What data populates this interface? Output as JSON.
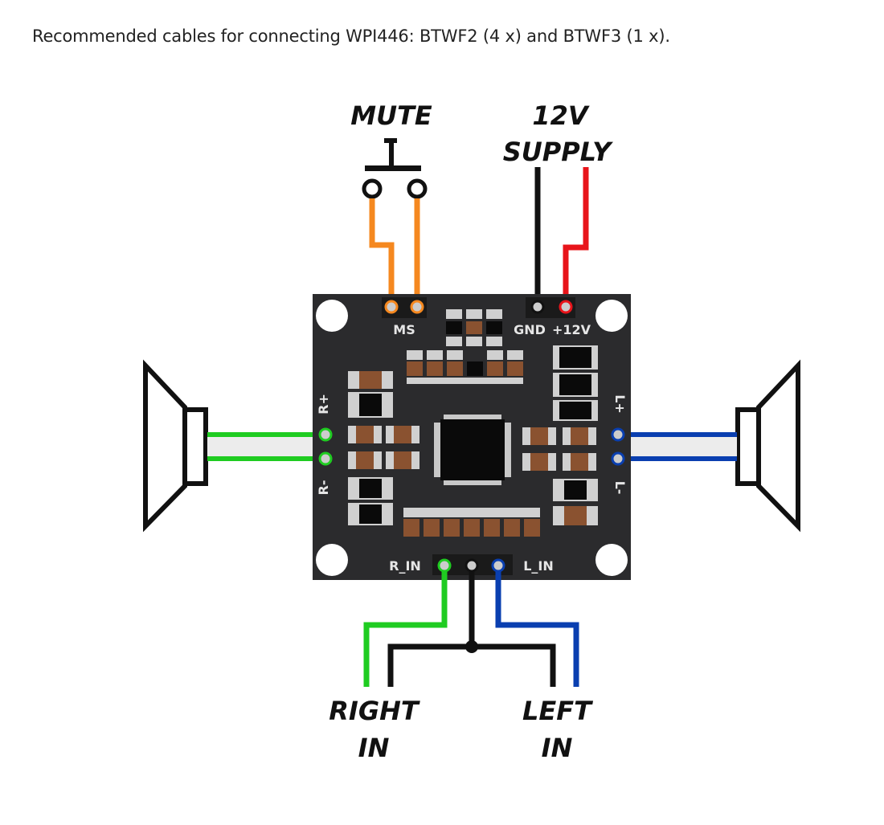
{
  "intro_text": "Recommended cables for connecting WPI446: BTWF2 (4 x) and BTWF3 (1 x).",
  "labels": {
    "mute": "MUTE",
    "supply_line1": "12V",
    "supply_line2": "SUPPLY",
    "right_in_line1": "RIGHT",
    "right_in_line2": "IN",
    "left_in_line1": "LEFT",
    "left_in_line2": "IN"
  },
  "pcb_labels": {
    "ms": "MS",
    "gnd": "GND",
    "plus12v": "+12V",
    "r_plus": "R+",
    "r_minus": "R-",
    "l_plus": "L+",
    "l_minus": "L-",
    "r_in": "R_IN",
    "l_in": "L_IN"
  },
  "colors": {
    "pcb": "#2b2b2d",
    "mute_wire": "#f5881f",
    "supply_red": "#e8141a",
    "supply_black": "#111111",
    "right_speaker_wire": "#1fcc21",
    "left_speaker_wire": "#0a3fb0",
    "signal_ground": "#111111",
    "resistor": "#8a5230",
    "pad": "#d0d0d0"
  }
}
